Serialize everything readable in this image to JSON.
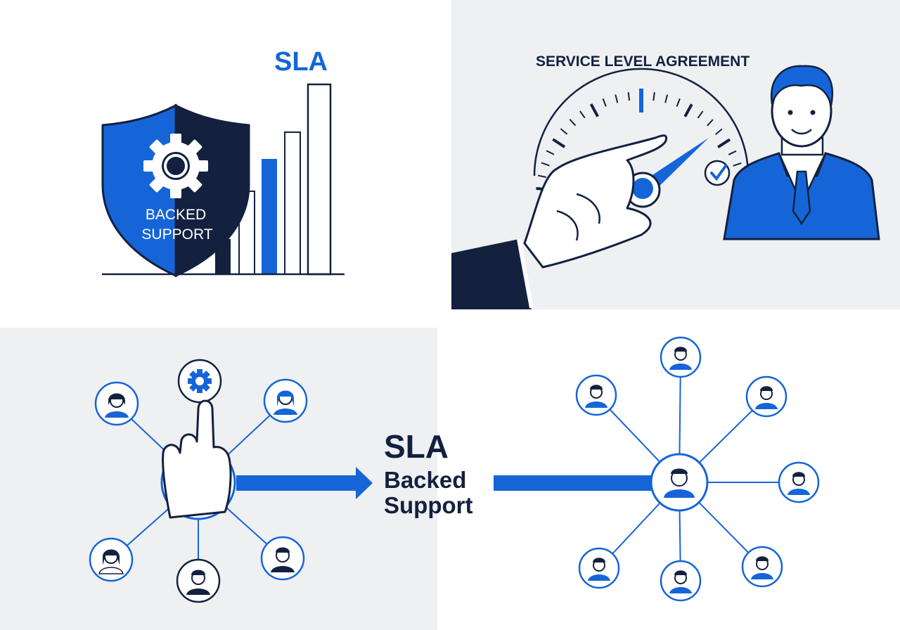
{
  "colors": {
    "blue": "#1565d8",
    "navy": "#13213f",
    "light_gray": "#eef0f2",
    "white": "#ffffff"
  },
  "panel_shield": {
    "sla_label": "SLA",
    "shield_text_line1": "BACKED",
    "shield_text_line2": "SUPPORT",
    "icons": [
      "shield-icon",
      "gear-icon",
      "bar-chart-icon"
    ]
  },
  "panel_gauge": {
    "title": "SERVICE LEVEL AGREEMENT",
    "icons": [
      "gauge-icon",
      "pointing-hand-icon",
      "checkmark-icon",
      "businessman-icon"
    ]
  },
  "center_label": {
    "line1": "SLA",
    "line2": "Backed",
    "line3": "Support"
  },
  "panel_network_left": {
    "icons": [
      "hand-press-icon",
      "gear-icon",
      "person-icon",
      "arrow-right-icon"
    ]
  },
  "panel_network_right": {
    "icons": [
      "hub-person-icon",
      "person-icon",
      "connector-line-icon"
    ]
  }
}
